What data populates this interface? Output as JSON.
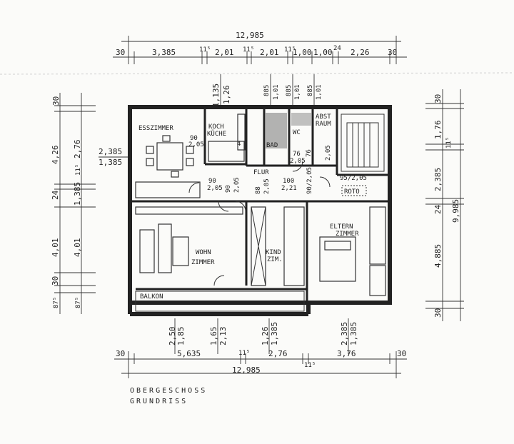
{
  "title": {
    "line1": "OBERGESCHOSS",
    "line2": "GRUNDRISS"
  },
  "rooms": {
    "esszimmer": "ESSZIMMER",
    "kochkueche_1": "KOCH",
    "kochkueche_2": "KÜCHE",
    "bad": "BAD",
    "wc": "WC",
    "abst_raum_1": "ABST",
    "abst_raum_2": "RAUM",
    "flur": "FLUR",
    "roto": "ROTO",
    "eltern_1": "ELTERN",
    "eltern_2": "ZIMMER",
    "wohn_1": "WOHN",
    "wohn_2": "ZIMMER",
    "kind_1": "KIND",
    "kind_2": "ZIM.",
    "balkon": "BALKON"
  },
  "dimensions": {
    "top_total": "12,985",
    "top": [
      "30",
      "3,385",
      "11⁵",
      "2,01",
      "11⁵",
      "2,01",
      "11⁵",
      "1,00",
      "1,00",
      "24",
      "2,26",
      "30"
    ],
    "top_verticals": [
      "1,135",
      "1,26",
      "885",
      "1,01",
      "885",
      "1,01",
      "885",
      "1,01"
    ],
    "bottom_total": "12,985",
    "bottom": [
      "30",
      "5,635",
      "11⁵",
      "2,76",
      "11⁵",
      "3,76",
      "30"
    ],
    "bottom_verticals": [
      "2,50",
      "1,85",
      "1,65",
      "2,13",
      "1,26",
      "1,385",
      "2,385",
      "1,385"
    ],
    "left": [
      "30",
      "4,26",
      "2,76",
      "11⁵",
      "24",
      "1,385",
      "4,01",
      "4,01",
      "30",
      "87⁵",
      "87⁵"
    ],
    "left_inner": [
      "2,385",
      "1,385"
    ],
    "right_total": "9,985",
    "right": [
      "30",
      "1,76",
      "11⁵",
      "2,385",
      "24",
      "4,885",
      "30"
    ]
  },
  "door_labels": {
    "essen_kueche_1": "90",
    "essen_kueche_2": "2,05",
    "bad_1": "76",
    "bad_2": "2,05",
    "abst_1": "76",
    "abst_2": "2,05",
    "flur_a_1": "90",
    "flur_a_2": "2,05",
    "flur_b_1": "90",
    "flur_b_2": "2,05",
    "flur_c_1": "88",
    "flur_c_2": "2,05",
    "flur_d_1": "100",
    "flur_d_2": "2,21",
    "flur_e": "90/2,05",
    "flur_f": "95/2,05",
    "kueche_4": "4"
  }
}
